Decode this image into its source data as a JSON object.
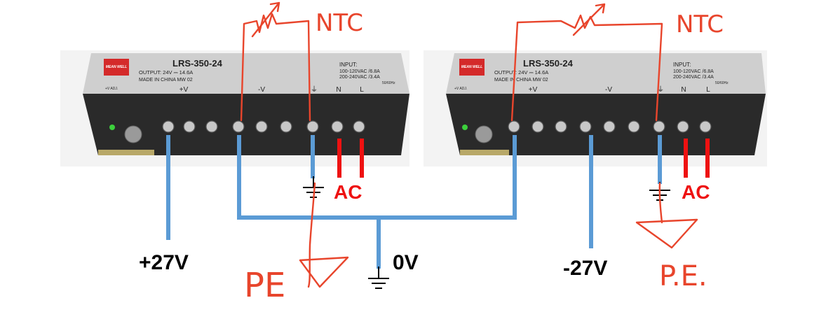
{
  "colors": {
    "wire_blue": "#5b9bd5",
    "wire_red": "#ee1111",
    "hand_orange": "#e8452c",
    "psu_body": "#2a2a2a",
    "psu_label_plate": "#e4e4e4"
  },
  "psus": [
    {
      "model": "LRS-350-24",
      "brand": "MEAN WELL",
      "output_text": "OUTPUT:  24V ⎓ 14.6A",
      "made_in": "MADE IN CHINA   MW 02",
      "input_title": "INPUT:",
      "input_line1": "100-120VAC /6.8A",
      "input_line2": "200-240VAC /3.4A",
      "input_freq": "50/60Hz",
      "terminals": [
        "+V",
        "-V",
        "⏚",
        "N",
        "L"
      ],
      "adj_label": "+V ADJ."
    },
    {
      "model": "LRS-350-24",
      "brand": "MEAN WELL",
      "output_text": "OUTPUT:  24V ⎓ 14.6A",
      "made_in": "MADE IN CHINA   MW 02",
      "input_title": "INPUT:",
      "input_line1": "100-120VAC /6.8A",
      "input_line2": "200-240VAC /3.4A",
      "input_freq": "50/60Hz",
      "terminals": [
        "+V",
        "-V",
        "⏚",
        "N",
        "L"
      ],
      "adj_label": "+V ADJ."
    }
  ],
  "labels": {
    "plus": "+27V",
    "zero": "0V",
    "minus": "-27V",
    "ac_left": "AC",
    "ac_right": "AC",
    "ntc_left": "NTC",
    "ntc_right": "NTC",
    "pe_left": "PE",
    "pe_right": "P.E."
  }
}
